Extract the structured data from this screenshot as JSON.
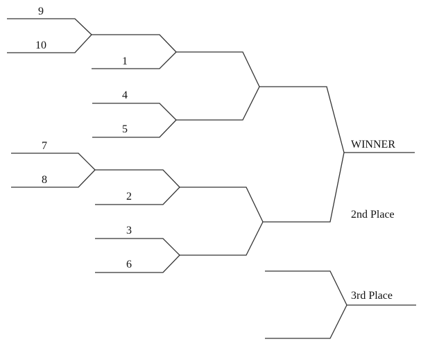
{
  "seeds": {
    "s9": "9",
    "s10": "10",
    "s1": "1",
    "s4": "4",
    "s5": "5",
    "s7": "7",
    "s8": "8",
    "s2": "2",
    "s3": "3",
    "s6": "6"
  },
  "results": {
    "winner": "WINNER",
    "second": "2nd Place",
    "third": "3rd Place"
  },
  "colors": {
    "line": "#333333",
    "text": "#111111",
    "background": "#ffffff"
  }
}
